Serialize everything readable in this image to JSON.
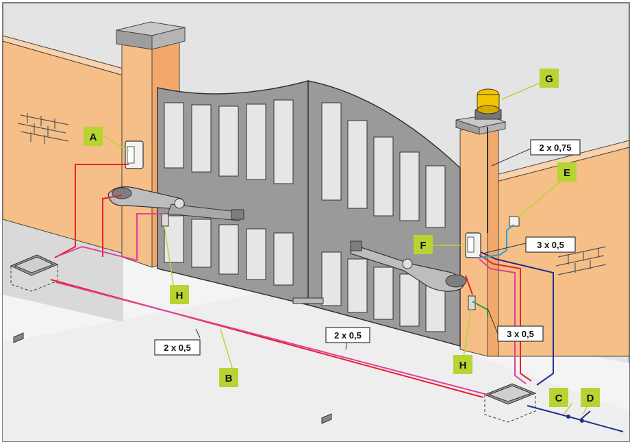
{
  "labels": {
    "a": "A",
    "b": "B",
    "c": "C",
    "d": "D",
    "e": "E",
    "f": "F",
    "g": "G",
    "h_left": "H",
    "h_right": "H"
  },
  "cables": {
    "top_right": "2 x 0,75",
    "mid_right": "3 x 0,5",
    "low_right": "3 x 0,5",
    "left_lower": "2 x 0,5",
    "center": "2 x 0,5"
  },
  "colors": {
    "wall": "#f6bf87",
    "gate": "#9a9a9a",
    "label_bg": "#b8d432",
    "cable_red": "#e8202a",
    "cable_magenta": "#e0409a",
    "cable_blue": "#20308a",
    "cable_green": "#2f9a3a",
    "cable_cyan": "#2aa0d8",
    "lamp_yellow": "#f2c400"
  },
  "icons": [
    "control-unit-icon",
    "flashing-lamp-icon",
    "gate-opener-arm-icon",
    "junction-box-icon",
    "photocell-icon",
    "key-selector-icon",
    "switch-icon"
  ]
}
